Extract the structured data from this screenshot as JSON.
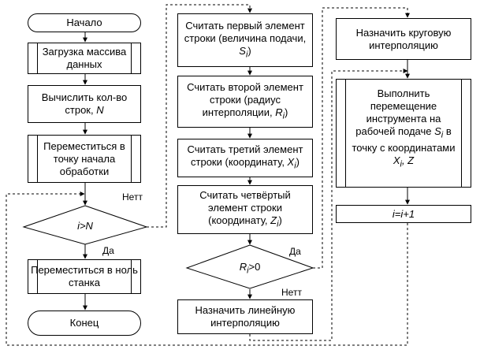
{
  "flowchart": {
    "col1": {
      "start": "Начало",
      "load": "Загрузка массива данных",
      "count_rows": {
        "text": "Вычислить кол-во строк, ",
        "var": "N"
      },
      "move_start": "Переместиться в точку начала обработки",
      "decision": "i>N",
      "no_label": "Нетт",
      "yes_label": "Да",
      "move_zero": "Переместиться в ноль станка",
      "end": "Конец"
    },
    "col2": {
      "read1": {
        "text": "Считать первый элемент строки (величина подачи, ",
        "var": "S",
        "sub": "i",
        "close": ")"
      },
      "read2": {
        "text": "Считать второй элемент строки (радиус интерполяции, ",
        "var": "R",
        "sub": "i",
        "close": ")"
      },
      "read3": {
        "text": "Считать третий элемент строки (координату, ",
        "var": "X",
        "sub": "i",
        "close": ")"
      },
      "read4": {
        "text": "Считать четвёртый элемент строки (координату, ",
        "var": "Z",
        "sub": "i",
        "close": ")"
      },
      "decision": {
        "var": "R",
        "sub": "i",
        "rest": ">0"
      },
      "yes_label": "Да",
      "no_label": "Нетт",
      "linear": "Назначить линейную интерполяцию"
    },
    "col3": {
      "circular": "Назначить круговую интерполяцию",
      "move_tool": {
        "text": "Выполнить перемещение инструмента на рабочей подаче ",
        "var1": "S",
        "sub1": "i",
        "mid": " в точку с координатами ",
        "var2": "X",
        "sub2": "i",
        "tail": ", Z"
      },
      "increment": "i=i+1"
    }
  }
}
